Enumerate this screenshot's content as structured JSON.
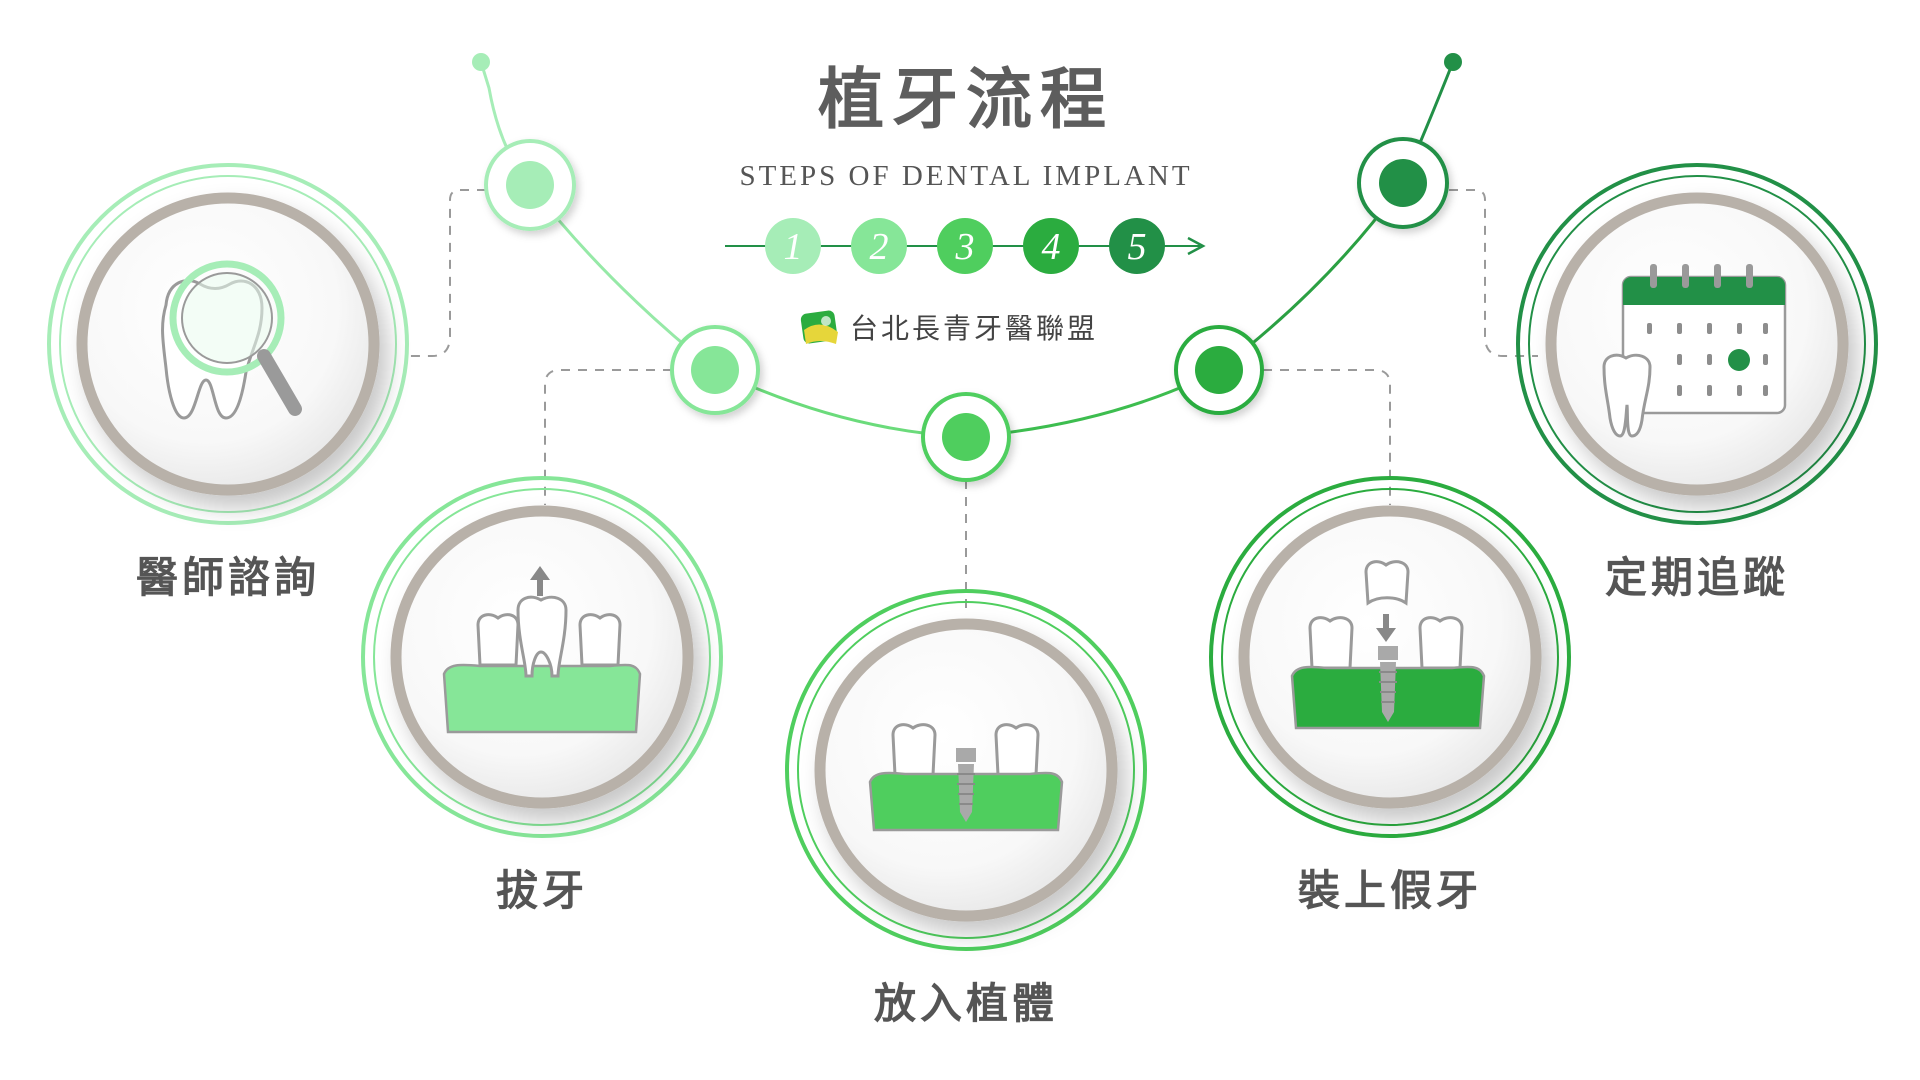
{
  "title": "植牙流程",
  "subtitle": "STEPS OF DENTAL IMPLANT",
  "brand": {
    "name": "台北長青牙醫聯盟",
    "logo_icon": "evergreen-dental-logo-icon"
  },
  "colors": {
    "step1": "#a6edb7",
    "step2": "#86e698",
    "step3": "#4fce5e",
    "step4": "#2bac3f",
    "step5": "#229047",
    "text": "#555555",
    "dashed": "#9a9a9a",
    "inner_ring": "#b8b1a9"
  },
  "numbers": [
    "1",
    "2",
    "3",
    "4",
    "5"
  ],
  "steps": [
    {
      "label": "醫師諮詢",
      "icon": "tooth-magnifier-icon"
    },
    {
      "label": "拔牙",
      "icon": "tooth-extraction-icon"
    },
    {
      "label": "放入植體",
      "icon": "implant-post-icon"
    },
    {
      "label": "裝上假牙",
      "icon": "crown-placement-icon"
    },
    {
      "label": "定期追蹤",
      "icon": "calendar-checkup-icon"
    }
  ]
}
